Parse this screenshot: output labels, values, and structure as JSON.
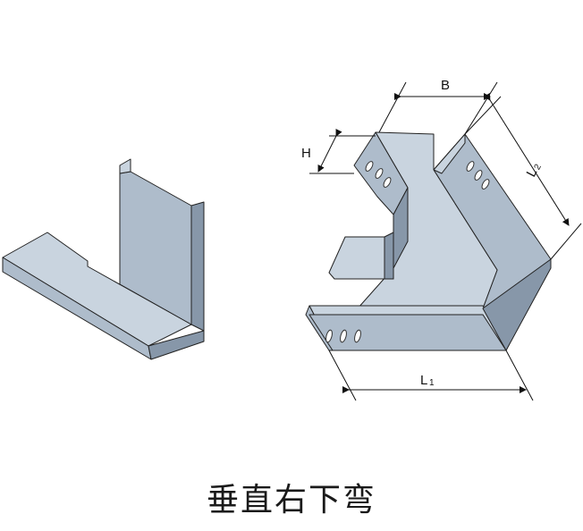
{
  "caption": "垂直右下弯",
  "dimensions": {
    "B": "B",
    "H": "H",
    "L1_main": "L",
    "L1_sub": "1",
    "L2_main": "L",
    "L2_sub": "2"
  },
  "colors": {
    "light_face": "#c9d4df",
    "mid_face": "#aebccb",
    "dark_face": "#8797a9",
    "outline": "#222222"
  }
}
